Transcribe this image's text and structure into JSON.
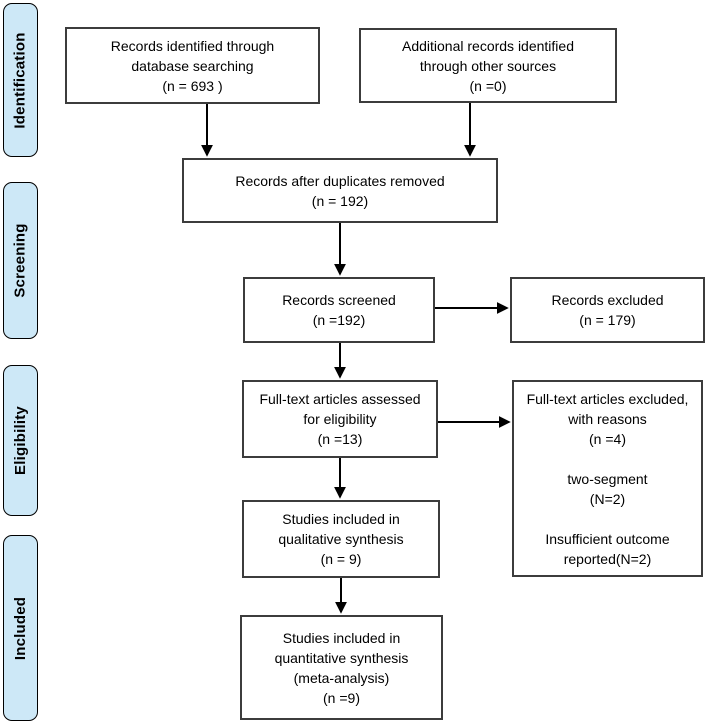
{
  "sidebar": {
    "items": [
      {
        "label": "Identification"
      },
      {
        "label": "Screening"
      },
      {
        "label": "Eligibility"
      },
      {
        "label": "Included"
      }
    ]
  },
  "boxes": {
    "records_identified": {
      "lines": [
        "Records identified through",
        "database searching",
        "(n = 693 )"
      ]
    },
    "additional_records": {
      "lines": [
        "Additional records identified",
        "through other sources",
        "(n =0)"
      ]
    },
    "duplicates_removed": {
      "lines": [
        "Records after duplicates removed",
        "(n = 192)"
      ]
    },
    "records_screened": {
      "lines": [
        "Records screened",
        "(n =192)"
      ]
    },
    "records_excluded": {
      "lines": [
        "Records excluded",
        "(n = 179)"
      ]
    },
    "fulltext_assessed": {
      "lines": [
        "Full-text articles assessed",
        "for eligibility",
        "(n =13)"
      ]
    },
    "fulltext_excluded": {
      "lines": [
        "Full-text articles excluded,",
        "with reasons",
        "(n =4)",
        "",
        "two-segment",
        "(N=2)",
        "",
        "Insufficient outcome",
        "reported(N=2)"
      ]
    },
    "qualitative_synthesis": {
      "lines": [
        "Studies included in",
        "qualitative synthesis",
        "(n = 9)"
      ]
    },
    "quantitative_synthesis": {
      "lines": [
        "Studies included in",
        "quantitative synthesis",
        "(meta-analysis)",
        "(n =9)"
      ]
    }
  },
  "colors": {
    "stage_fill": "#cde8f7",
    "stage_border": "#000000",
    "box_fill": "#ffffff",
    "box_border": "#3c3c3c",
    "arrow": "#000000",
    "text": "#000000"
  }
}
